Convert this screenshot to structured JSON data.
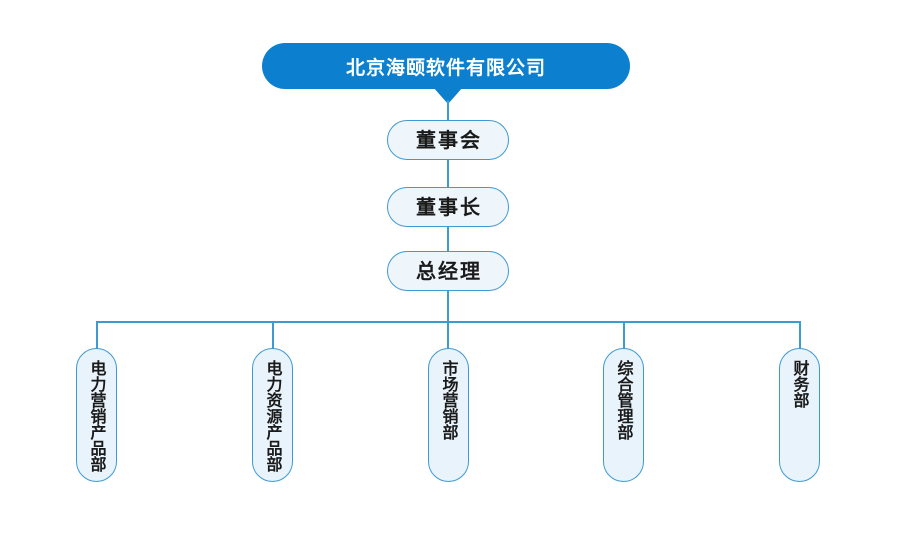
{
  "org_chart": {
    "root": {
      "label": "北京海颐软件有限公司"
    },
    "levels": [
      {
        "label": "董事会"
      },
      {
        "label": "董事长"
      },
      {
        "label": "总经理"
      }
    ],
    "departments": [
      {
        "label": "电力营销产品部"
      },
      {
        "label": "电力资源产品部"
      },
      {
        "label": "市场营销部"
      },
      {
        "label": "综合管理部"
      },
      {
        "label": "财务部"
      }
    ]
  },
  "colors": {
    "root_fill": "#0c80ce",
    "root_text": "#ffffff",
    "connector_and_border": "#3f9ad2",
    "level_node_fill": "#eef6fc",
    "department_node_fill": "#e8f3fb",
    "node_text": "#1a1a1a",
    "background": "#ffffff"
  }
}
